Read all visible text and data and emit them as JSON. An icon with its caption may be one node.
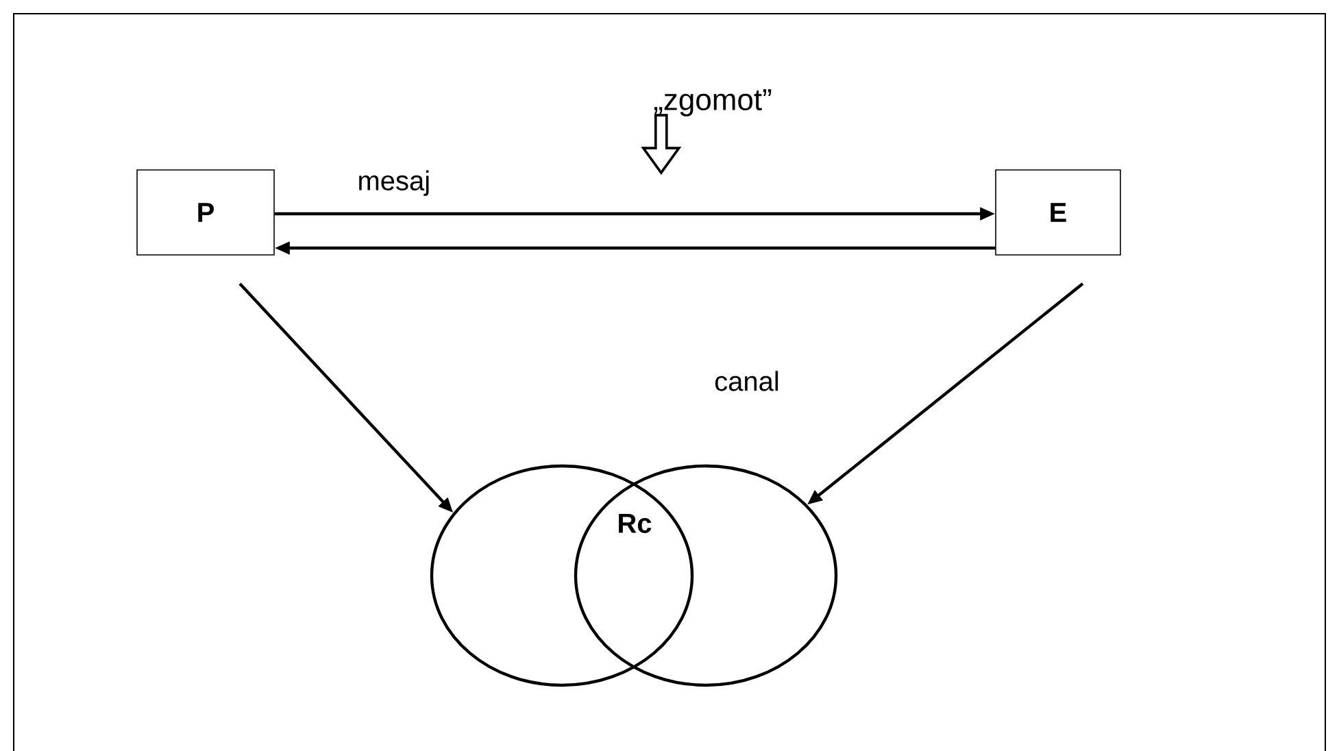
{
  "diagram": {
    "nodes": [
      {
        "text": [
          "P"
        ]
      },
      {
        "text": [
          "E"
        ]
      },
      {
        "text": [
          "„zgomot”"
        ]
      },
      {
        "text": [],
        "shape": "circle"
      },
      {
        "text": [],
        "shape": "circle"
      }
    ],
    "edges": [
      {
        "from": 0,
        "to": 1,
        "arrow": "to",
        "label": "mesaj"
      },
      {
        "from": 1,
        "to": 0,
        "arrow": "to"
      },
      {
        "from": 2,
        "to": null,
        "arrow": "to"
      },
      {
        "from": 0,
        "to": 3,
        "arrow": "to"
      },
      {
        "from": 1,
        "to": 4,
        "arrow": "to"
      }
    ],
    "labels": [
      "canal",
      "Rc"
    ]
  }
}
